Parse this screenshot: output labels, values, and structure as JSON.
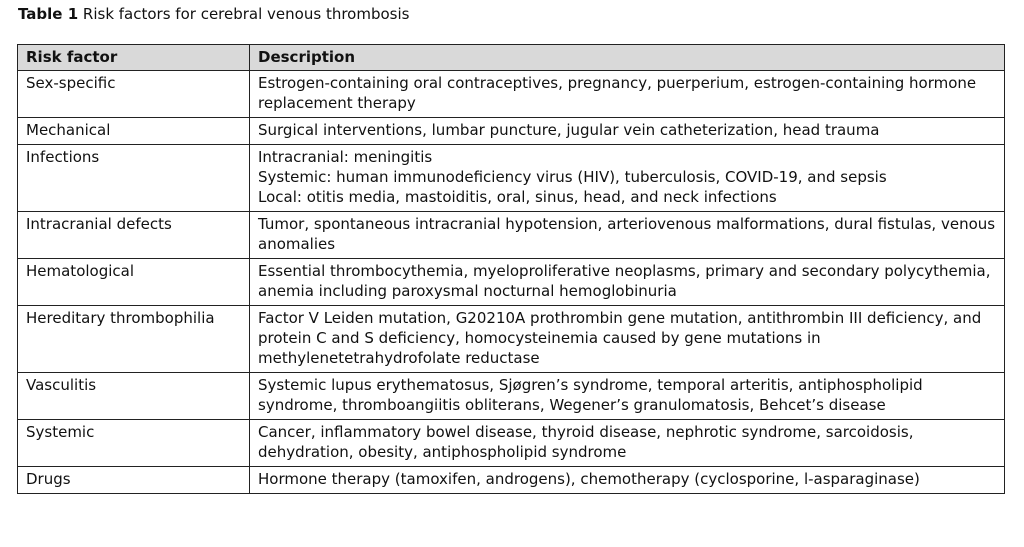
{
  "caption": {
    "label": "Table 1",
    "text": "Risk factors for cerebral venous thrombosis"
  },
  "table": {
    "headers": [
      "Risk factor",
      "Description"
    ],
    "rows": [
      {
        "factor": "Sex-specific",
        "lines": [
          "Estrogen-containing oral contraceptives, pregnancy, puerperium, estrogen-containing hormone replacement therapy"
        ]
      },
      {
        "factor": "Mechanical",
        "lines": [
          "Surgical interventions, lumbar puncture, jugular vein catheterization, head trauma"
        ]
      },
      {
        "factor": "Infections",
        "lines": [
          "Intracranial: meningitis",
          "Systemic: human immunodeficiency virus (HIV), tuberculosis, COVID-19, and sepsis",
          "Local: otitis media, mastoiditis, oral, sinus, head, and neck infections"
        ]
      },
      {
        "factor": "Intracranial defects",
        "lines": [
          "Tumor, spontaneous intracranial hypotension, arteriovenous malformations, dural fistulas, venous anomalies"
        ]
      },
      {
        "factor": "Hematological",
        "lines": [
          "Essential thrombocythemia, myeloproliferative neoplasms, primary and secondary polycythemia, anemia including paroxysmal nocturnal hemoglobinuria"
        ]
      },
      {
        "factor": "Hereditary thrombophilia",
        "lines": [
          "Factor V Leiden mutation, G20210A prothrombin gene mutation, antithrombin III deficiency, and protein C and S deficiency, homocysteinemia caused by gene mutations in methylenetetrahydrofolate reductase"
        ]
      },
      {
        "factor": "Vasculitis",
        "lines": [
          "Systemic lupus erythematosus, Sjøgren’s syndrome, temporal arteritis, antiphospholipid syndrome, thromboangiitis obliterans, Wegener’s granulomatosis, Behcet’s disease"
        ]
      },
      {
        "factor": "Systemic",
        "lines": [
          "Cancer, inflammatory bowel disease, thyroid disease, nephrotic syndrome, sarcoidosis, dehydration, obesity, antiphospholipid syndrome"
        ]
      },
      {
        "factor": "Drugs",
        "lines": [
          "Hormone therapy (tamoxifen, androgens), chemotherapy (cyclosporine, l-asparaginase)"
        ]
      }
    ]
  }
}
